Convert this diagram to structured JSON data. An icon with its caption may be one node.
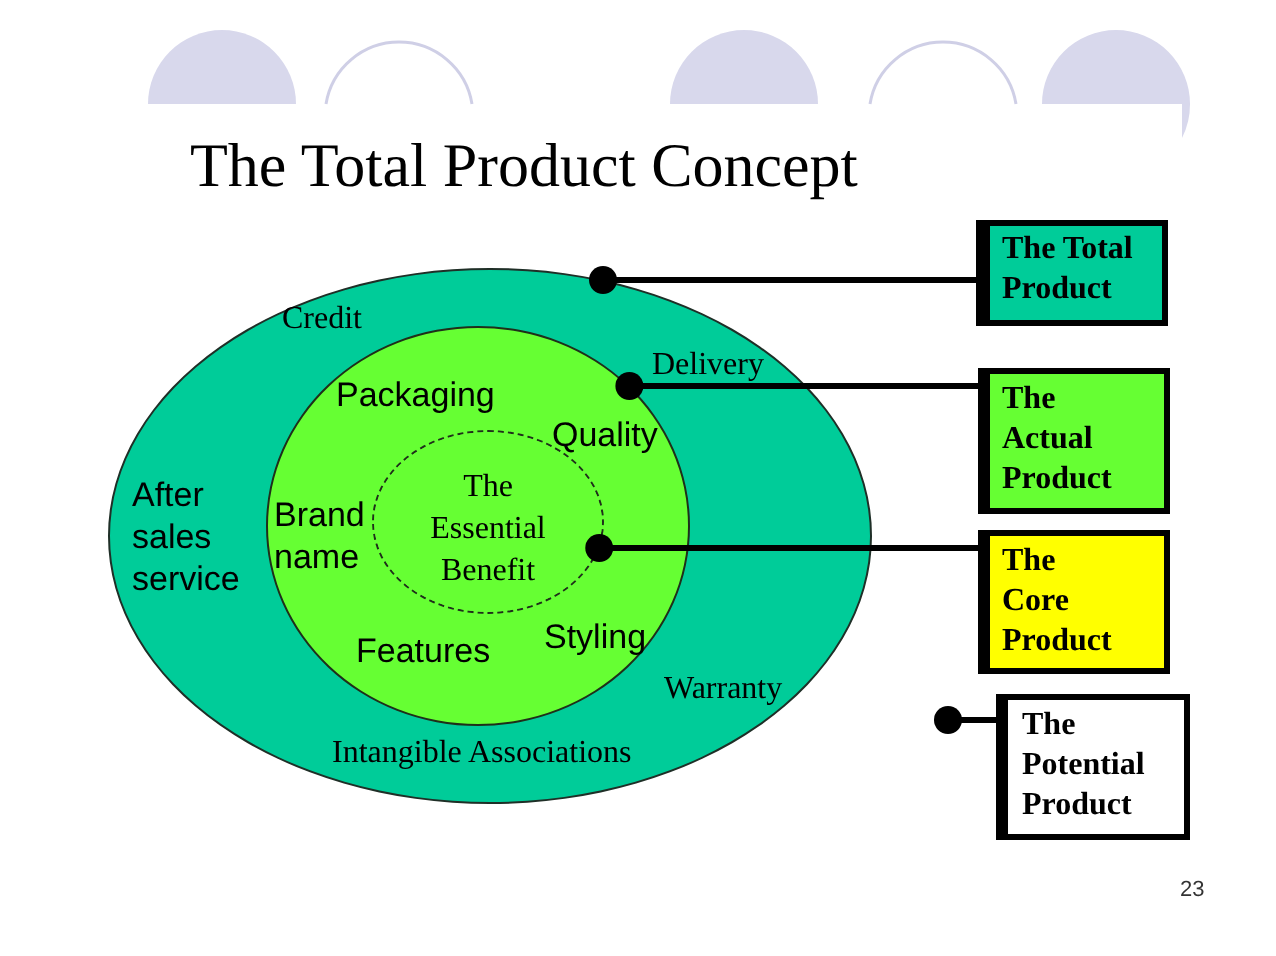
{
  "diagram": {
    "title": "The Total Product Concept",
    "nodes": [
      {
        "text": [
          "Credit",
          "After sales service",
          "Delivery",
          "Warranty",
          "Intangible Associations"
        ]
      },
      {
        "text": [
          "Packaging",
          "Quality",
          "Brand name",
          "Styling",
          "Features"
        ],
        "in": 0
      },
      {
        "text": [
          "The Essential Benefit"
        ],
        "in": 1
      },
      {
        "text": [
          "The Total Product"
        ]
      },
      {
        "text": [
          "The Actual Product"
        ]
      },
      {
        "text": [
          "The Core Product"
        ]
      },
      {
        "text": [
          "The Potential Product"
        ]
      }
    ],
    "edges": [
      {
        "from": 3,
        "to": 0,
        "arrow": "other"
      },
      {
        "from": 4,
        "to": 1,
        "arrow": "other"
      },
      {
        "from": 5,
        "to": 2,
        "arrow": "other"
      },
      {
        "from": 6,
        "to": null,
        "arrow": "other"
      }
    ],
    "labels": [
      "23"
    ]
  }
}
